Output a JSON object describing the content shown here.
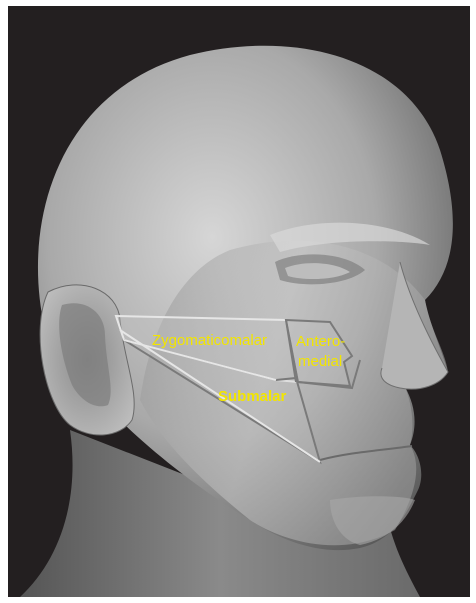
{
  "figure": {
    "labels": {
      "zygomaticomalar": "Zygomaticomalar",
      "anteromedial_line1": "Antero-",
      "anteromedial_line2": "medial",
      "submalar": "Submalar"
    },
    "colors": {
      "background": "#231f20",
      "head_light": "#c9c9c9",
      "head_mid": "#9a9a9a",
      "head_dark": "#5b5b5b",
      "label": "#f2e500",
      "zone_outline_light": "#e6e6e6",
      "zone_outline_dark": "#7a7a7a",
      "zone_fill": "#c4c4c4"
    }
  }
}
